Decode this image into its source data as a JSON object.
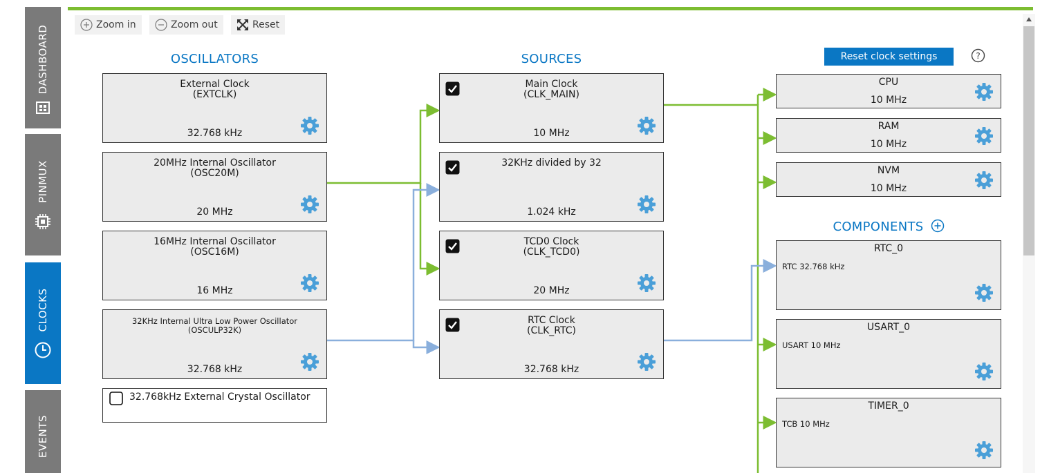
{
  "nav": {
    "dashboard": "DASHBOARD",
    "pinmux": "PINMUX",
    "clocks": "CLOCKS",
    "events": "EVENTS"
  },
  "toolbar": {
    "zoom_in": "Zoom in",
    "zoom_out": "Zoom out",
    "reset": "Reset"
  },
  "headers": {
    "oscillators": "OSCILLATORS",
    "sources": "SOURCES",
    "components": "COMPONENTS"
  },
  "reset_clock_settings": "Reset clock settings",
  "oscillators": [
    {
      "name": "External Clock",
      "id": "(EXTCLK)",
      "value": "32.768 kHz"
    },
    {
      "name": "20MHz Internal Oscillator",
      "id": "(OSC20M)",
      "value": "20 MHz"
    },
    {
      "name": "16MHz Internal Oscillator",
      "id": "(OSC16M)",
      "value": "16 MHz"
    },
    {
      "name": "32KHz Internal Ultra Low Power Oscillator",
      "id": "(OSCULP32K)",
      "value": "32.768 kHz"
    },
    {
      "name": "32.768kHz External Crystal Oscillator",
      "checked": false
    }
  ],
  "sources": [
    {
      "name": "Main Clock",
      "id": "(CLK_MAIN)",
      "value": "10 MHz",
      "checked": true
    },
    {
      "name": "32KHz divided by 32",
      "id": "",
      "value": "1.024 kHz",
      "checked": true
    },
    {
      "name": "TCD0 Clock",
      "id": "(CLK_TCD0)",
      "value": "20 MHz",
      "checked": true
    },
    {
      "name": "RTC Clock",
      "id": "(CLK_RTC)",
      "value": "32.768 kHz",
      "checked": true
    }
  ],
  "targets": [
    {
      "name": "CPU",
      "value": "10 MHz"
    },
    {
      "name": "RAM",
      "value": "10 MHz"
    },
    {
      "name": "NVM",
      "value": "10 MHz"
    }
  ],
  "components": [
    {
      "name": "RTC_0",
      "clock": "RTC 32.768 kHz"
    },
    {
      "name": "USART_0",
      "clock": "USART 10 MHz"
    },
    {
      "name": "TIMER_0",
      "clock": "TCB 10 MHz"
    }
  ],
  "colors": {
    "accent": "#0a77c4",
    "nav_inactive": "#7a7a7a",
    "wire_green": "#7cbd31",
    "wire_blue": "#8aafdc",
    "gear": "#4a9fd8"
  }
}
